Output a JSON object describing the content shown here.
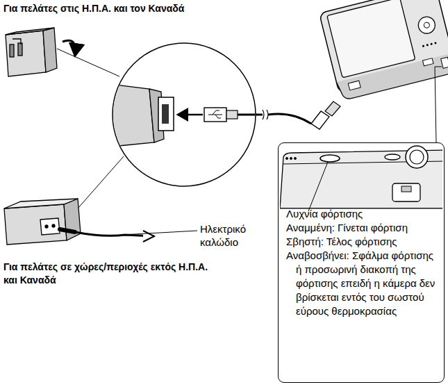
{
  "diagram": {
    "nodes": [
      {
        "text": [
          "Λυχνία φόρτισης",
          "Αναμμένη: Γίνεται φόρτιση",
          "Σβηστή: Τέλος φόρτισης",
          "Αναβοσβήνει: Σφάλμα φόρτισης ή προσωρινή διακοπή της φόρτισης επειδή η κάμερα δεν βρίσκεται εντός του σωστού εύρους θερμοκρασίας"
        ]
      }
    ],
    "labels": [
      "Για πελάτες στις Η.Π.Α. και τον Καναδά",
      "Ηλεκτρικό καλώδιο",
      "Για πελάτες σε χώρες/περιοχές εκτός Η.Π.Α. και Καναδά"
    ]
  }
}
